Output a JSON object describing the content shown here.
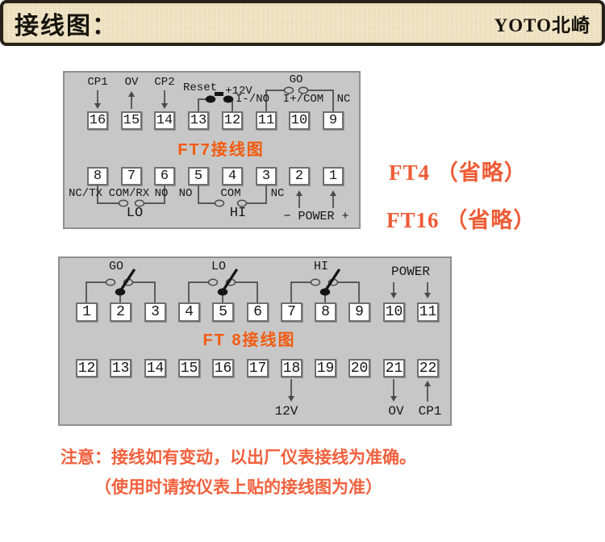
{
  "header": {
    "title": "接线图：",
    "brand": "YOTO北崎"
  },
  "ft7": {
    "title": "FT7接线图",
    "top_terminals": [
      {
        "num": "16",
        "label": "CP1",
        "arrow": "down"
      },
      {
        "num": "15",
        "label": "OV",
        "arrow": "up"
      },
      {
        "num": "14",
        "label": "CP2",
        "arrow": "down"
      },
      {
        "num": "13"
      },
      {
        "num": "12"
      },
      {
        "num": "11"
      },
      {
        "num": "10"
      },
      {
        "num": "9"
      }
    ],
    "reset_button": {
      "left_label": "Reset",
      "right_label": "+12V"
    },
    "go_contact": {
      "label": "GO",
      "terminal_labels": [
        "I-/NO",
        "I+/COM",
        "NC"
      ]
    },
    "bottom_terminals": [
      {
        "num": "8",
        "label": "NC/TX"
      },
      {
        "num": "7",
        "label": "COM/RX"
      },
      {
        "num": "6",
        "label": "NO"
      },
      {
        "num": "5",
        "label": "NO"
      },
      {
        "num": "4",
        "label": "COM"
      },
      {
        "num": "3",
        "label": "NC"
      },
      {
        "num": "2"
      },
      {
        "num": "1"
      }
    ],
    "lo_contact": {
      "label": "LO"
    },
    "hi_contact": {
      "label": "HI"
    },
    "power_label": "− POWER +"
  },
  "side_notes": [
    {
      "text": "FT4 （省略）"
    },
    {
      "text": "FT16 （省略）"
    }
  ],
  "ft8": {
    "title": "FT 8接线图",
    "top_terminals": [
      "1",
      "2",
      "3",
      "4",
      "5",
      "6",
      "7",
      "8",
      "9",
      "10",
      "11"
    ],
    "relays": [
      {
        "label": "GO"
      },
      {
        "label": "LO"
      },
      {
        "label": "HI"
      }
    ],
    "power_label": "POWER",
    "bottom_terminals": [
      "12",
      "13",
      "14",
      "15",
      "16",
      "17",
      "18",
      "19",
      "20",
      "21",
      "22"
    ],
    "bottom_annotations": [
      {
        "text": "12V",
        "terminal": "18",
        "arrow": "down"
      },
      {
        "text": "OV",
        "terminal": "21",
        "arrow": "down"
      },
      {
        "text": "CP1",
        "terminal": "22",
        "arrow": "up"
      }
    ]
  },
  "notice": {
    "line1": "注意：接线如有变动，以出厂仪表接线为准确。",
    "line2": "（使用时请按仪表上贴的接线图为准）"
  },
  "colors": {
    "panel_bg": "#c7c7c7",
    "accent_orange": "#f25a0e",
    "note_red": "#ee5b35",
    "notice_red": "#f2603d",
    "header_bg": "#f0e3c3",
    "wire": "#4a4a4a"
  }
}
